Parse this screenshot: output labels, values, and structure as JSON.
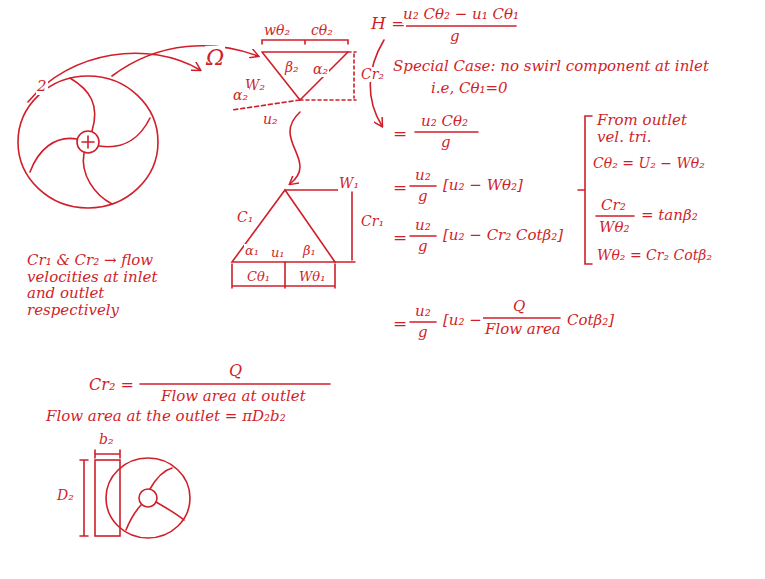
{
  "diagram": {
    "labels": [
      "2",
      "Ω",
      "wθ₂",
      "cθ₂",
      "β₂",
      "α₂",
      "Cr₂",
      "W₂",
      "α₂",
      "u₂",
      "H =",
      "u₂ Cθ₂ − u₁ Cθ₁",
      "g",
      "Special Case: no swirl component at inlet",
      "i.e, Cθ₁=0",
      "=",
      "u₂ Cθ₂",
      "g",
      "=",
      "u₂",
      "g",
      "[u₂ − Wθ₂]",
      "=",
      "u₂",
      "g",
      "[u₂ − Cr₂ Cotβ₂]",
      "=",
      "u₂",
      "g",
      "[u₂ −",
      "Q",
      "Flow area",
      "Cotβ₂]",
      "From outlet vel. tri.",
      "Cθ₂ = U₂ − Wθ₂",
      "Cr₂",
      "Wθ₂",
      "= tanβ₂",
      "Wθ₂ = Cr₂ Cotβ₂",
      "C₁",
      "W₁",
      "Cr₁",
      "α₁",
      "β₁",
      "u₁",
      "Cθ₁",
      "Wθ₁",
      "Cr₁ & Cr₂ → flow velocities at inlet and outlet respectively",
      "Cr₂ =",
      "Q",
      "Flow area at outlet",
      "Flow area at the outlet = πD₂b₂",
      "b₂",
      "D₂"
    ]
  }
}
